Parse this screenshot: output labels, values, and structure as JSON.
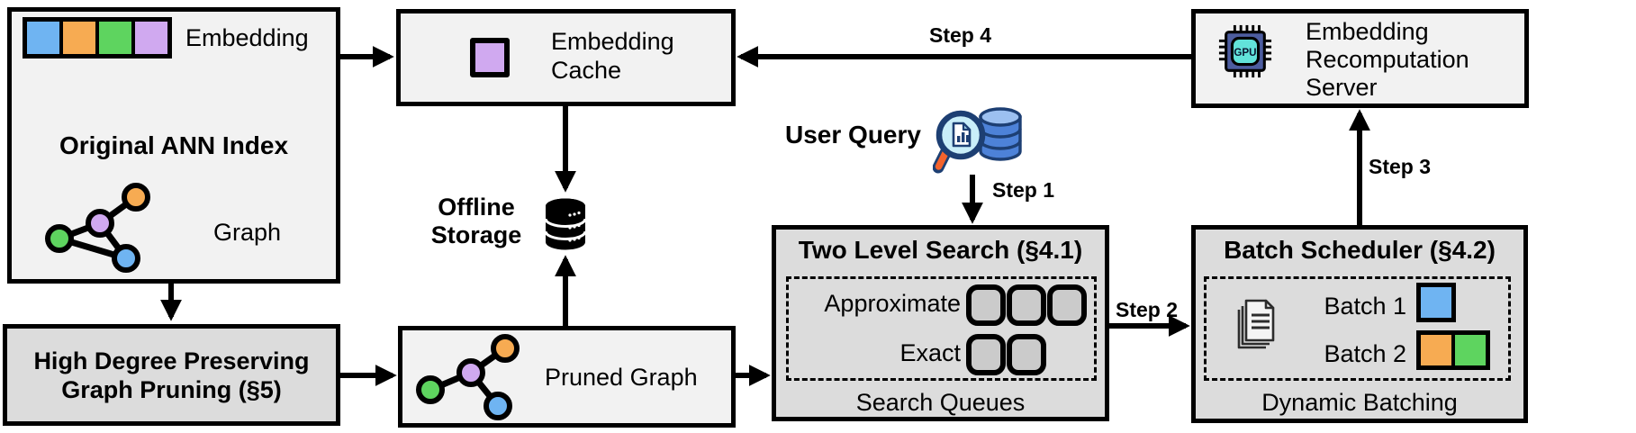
{
  "palette": {
    "blue": "#6fb4f2",
    "orange": "#f7ab52",
    "green": "#5ed45f",
    "purple": "#d0a9f0",
    "box_light": "#f2f2f2",
    "box_dark": "#dcdcdc",
    "queue_fill": "#cbcbcb",
    "gpu_chip_body": "#4d5da0",
    "gpu_chip_core": "#62e2da",
    "magnifier_handle": "#f4632c",
    "magnifier_lens": "#c9eef9",
    "query_db_body": "#4d82d8"
  },
  "ann_index": {
    "title": "Original ANN Index",
    "embedding_label": "Embedding",
    "graph_label": "Graph"
  },
  "embedding_cache": {
    "label": "Embedding Cache"
  },
  "offline_storage": {
    "label": "Offline Storage"
  },
  "high_degree_pruning": {
    "title": "High Degree Preserving Graph Pruning (§5)"
  },
  "pruned_graph": {
    "label": "Pruned Graph"
  },
  "user_query": {
    "label": "User Query"
  },
  "steps": {
    "step1": "Step 1",
    "step2": "Step 2",
    "step3": "Step 3",
    "step4": "Step 4"
  },
  "two_level_search": {
    "title": "Two Level Search (§4.1)",
    "rows": [
      {
        "label": "Approximate"
      },
      {
        "label": "Exact"
      }
    ],
    "footer": "Search Queues"
  },
  "batch_scheduler": {
    "title": "Batch Scheduler (§4.2)",
    "rows": [
      {
        "label": "Batch 1"
      },
      {
        "label": "Batch 2"
      }
    ],
    "footer": "Dynamic Batching"
  },
  "recomputation_server": {
    "title": "Embedding Recomputation Server",
    "chip_label": "GPU"
  }
}
